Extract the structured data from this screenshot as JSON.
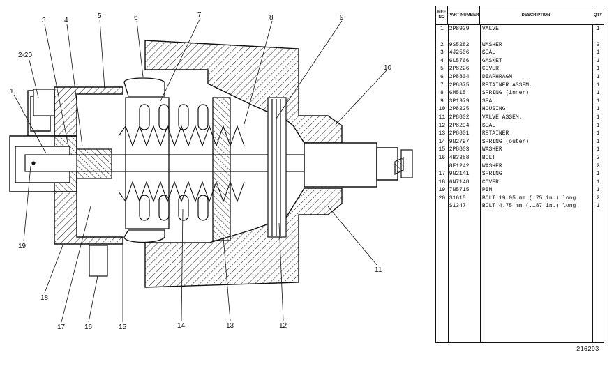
{
  "callouts": {
    "c1": "1",
    "c2_20": "2-20",
    "c3": "3",
    "c4": "4",
    "c5": "5",
    "c6": "6",
    "c7": "7",
    "c8": "8",
    "c9": "9",
    "c10": "10",
    "c11": "11",
    "c12": "12",
    "c13": "13",
    "c14": "14",
    "c15": "15",
    "c16": "16",
    "c17": "17",
    "c18": "18",
    "c19": "19"
  },
  "table": {
    "headers": {
      "ref": "REF NO",
      "part": "PART NUMBER",
      "desc": "DESCRIPTION",
      "qty": "QTY"
    },
    "rows": [
      {
        "ref": "1",
        "part": "2P8939",
        "desc": "VALVE",
        "qty": "1"
      },
      {
        "ref": "2",
        "part": "9S5282",
        "desc": "WASHER",
        "qty": "3"
      },
      {
        "ref": "3",
        "part": "4J2506",
        "desc": "SEAL",
        "qty": "1"
      },
      {
        "ref": "4",
        "part": "6L5766",
        "desc": "GASKET",
        "qty": "1"
      },
      {
        "ref": "5",
        "part": "2P8226",
        "desc": "COVER",
        "qty": "1"
      },
      {
        "ref": "6",
        "part": "2P8804",
        "desc": "DIAPHRAGM",
        "qty": "1"
      },
      {
        "ref": "7",
        "part": "2P8875",
        "desc": "RETAINER ASSEM.",
        "qty": "1"
      },
      {
        "ref": "8",
        "part": "6M515",
        "desc": "SPRING (inner)",
        "qty": "1"
      },
      {
        "ref": "9",
        "part": "3P1979",
        "desc": "SEAL",
        "qty": "1"
      },
      {
        "ref": "10",
        "part": "2P8225",
        "desc": "HOUSING",
        "qty": "1"
      },
      {
        "ref": "11",
        "part": "2P8802",
        "desc": "VALVE ASSEM.",
        "qty": "1"
      },
      {
        "ref": "12",
        "part": "2P8234",
        "desc": "SEAL",
        "qty": "1"
      },
      {
        "ref": "13",
        "part": "2P8801",
        "desc": "RETAINER",
        "qty": "1"
      },
      {
        "ref": "14",
        "part": "9N2797",
        "desc": "SPRING (outer)",
        "qty": "1"
      },
      {
        "ref": "15",
        "part": "2P8803",
        "desc": "WASHER",
        "qty": "1"
      },
      {
        "ref": "16",
        "part": "4B3388",
        "desc": "BOLT",
        "qty": "2"
      },
      {
        "ref": "",
        "part": "8F1242",
        "desc": "WASHER",
        "qty": "2"
      },
      {
        "ref": "17",
        "part": "9N2141",
        "desc": "SPRING",
        "qty": "1"
      },
      {
        "ref": "18",
        "part": "6N7148",
        "desc": "COVER",
        "qty": "1"
      },
      {
        "ref": "19",
        "part": "7N5715",
        "desc": "PIN",
        "qty": "1"
      },
      {
        "ref": "20",
        "part": "S1615",
        "desc": "BOLT 19.05 mm (.75 in.) long",
        "qty": "2"
      },
      {
        "ref": "",
        "part": "S1347",
        "desc": "BOLT 4.75 mm (.187 in.) long",
        "qty": "1"
      }
    ]
  },
  "drawing_number": "216293"
}
